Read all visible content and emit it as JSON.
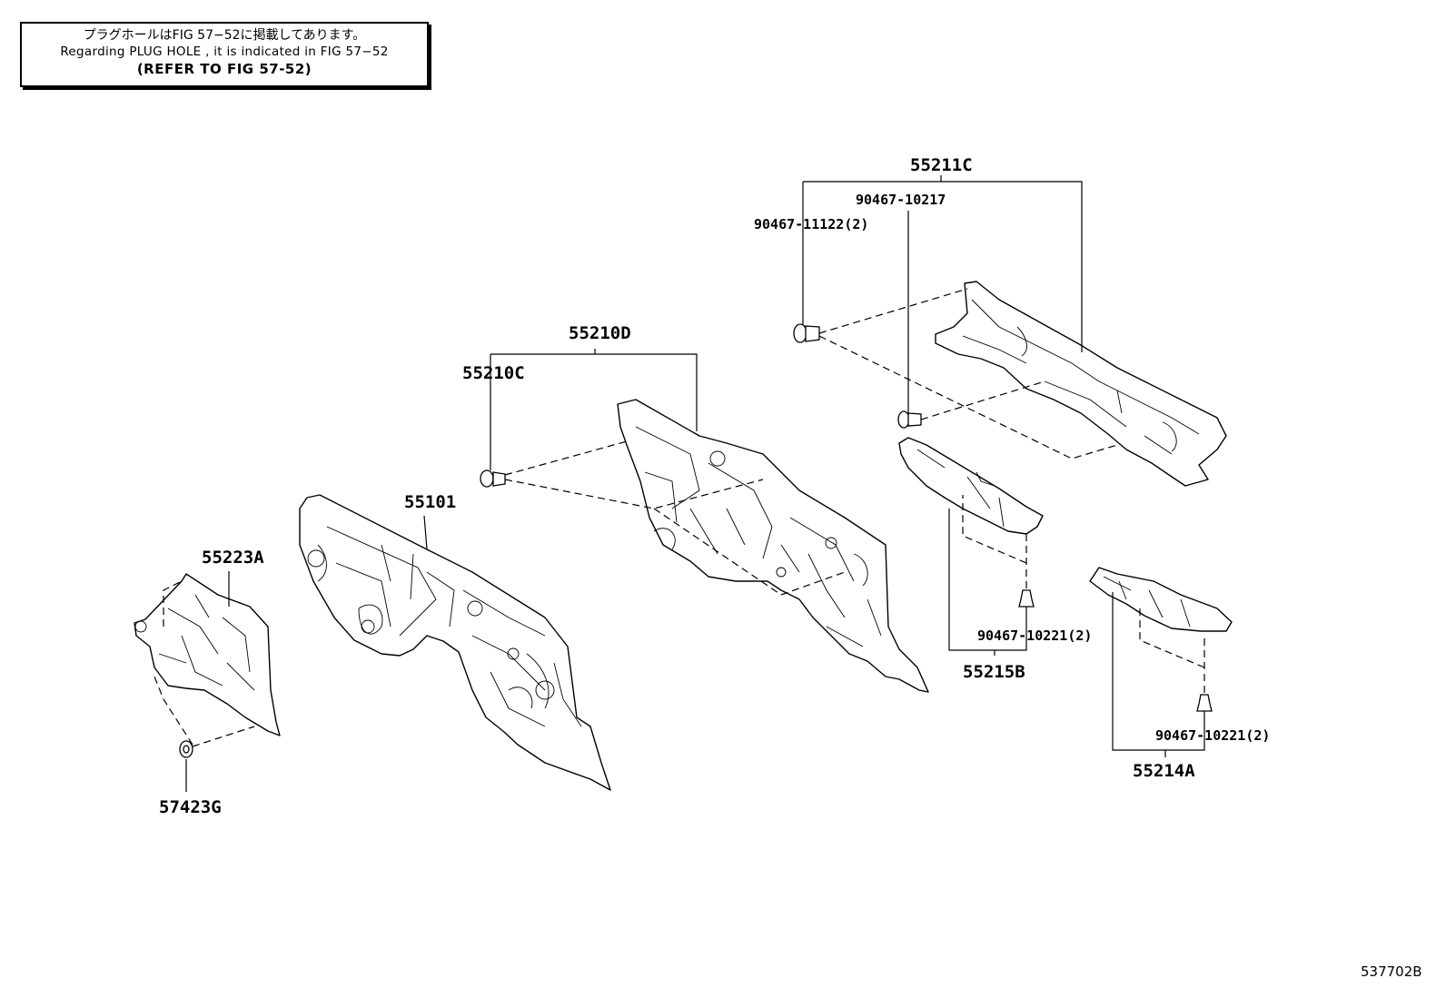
{
  "note": {
    "line1": "プラグホールはFIG 57−52に掲載してあります。",
    "line2": "Regarding PLUG HOLE , it is indicated in FIG 57−52",
    "line3": "(REFER TO FIG 57-52)"
  },
  "labels": {
    "p55211C": "55211C",
    "p90467_10217": "90467-10217",
    "p90467_11122": "90467-11122(2)",
    "p55210D": "55210D",
    "p55210C": "55210C",
    "p55101": "55101",
    "p55223A": "55223A",
    "p57423G": "57423G",
    "p90467_10221_a": "90467-10221(2)",
    "p55215B": "55215B",
    "p90467_10221_b": "90467-10221(2)",
    "p55214A": "55214A"
  },
  "figure_id": "537702B"
}
